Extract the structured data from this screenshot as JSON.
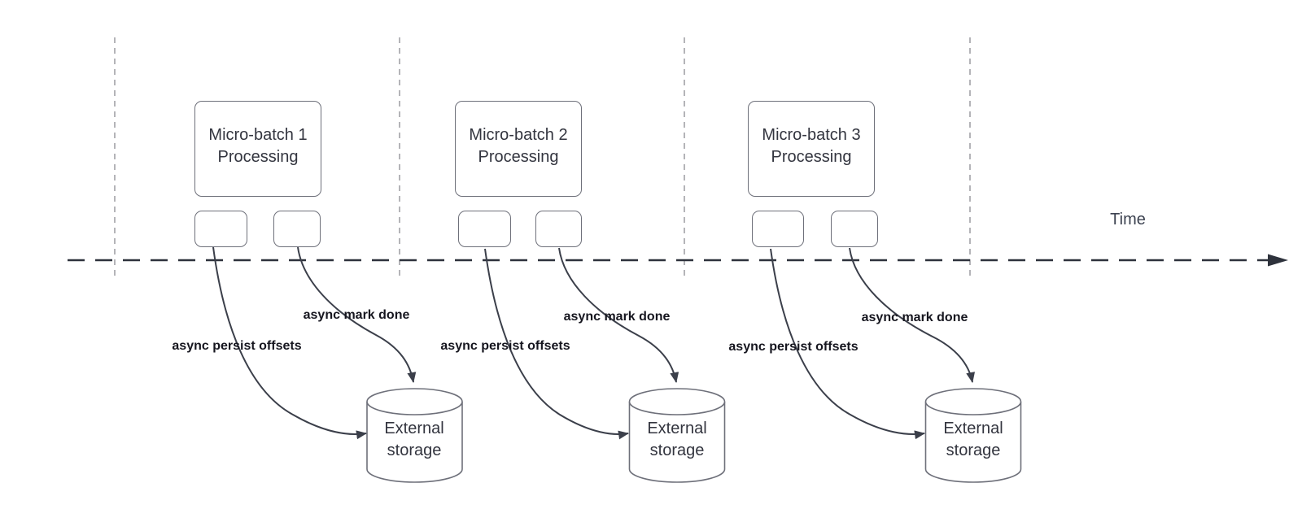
{
  "diagram": {
    "title_context": "Micro-batch processing timeline with async persistence",
    "time_axis": {
      "label": "Time"
    },
    "colors": {
      "box_border": "#6e707a",
      "box_text": "#33353f",
      "bold_label_text": "#16161f",
      "curve_stroke": "#3b3f4a",
      "time_axis_stroke": "#2e323c",
      "separator_stroke": "#b4b4b8",
      "background": "#ffffff"
    },
    "groups": [
      {
        "title": "Micro-batch 1\nProcessing",
        "persist_label": "async persist offsets",
        "markdone_label": "async mark done",
        "storage_label": "External\nstorage"
      },
      {
        "title": "Micro-batch 2\nProcessing",
        "persist_label": "async persist offsets",
        "markdone_label": "async mark done",
        "storage_label": "External\nstorage"
      },
      {
        "title": "Micro-batch 3\nProcessing",
        "persist_label": "async persist offsets",
        "markdone_label": "async mark done",
        "storage_label": "External\nstorage"
      }
    ]
  }
}
